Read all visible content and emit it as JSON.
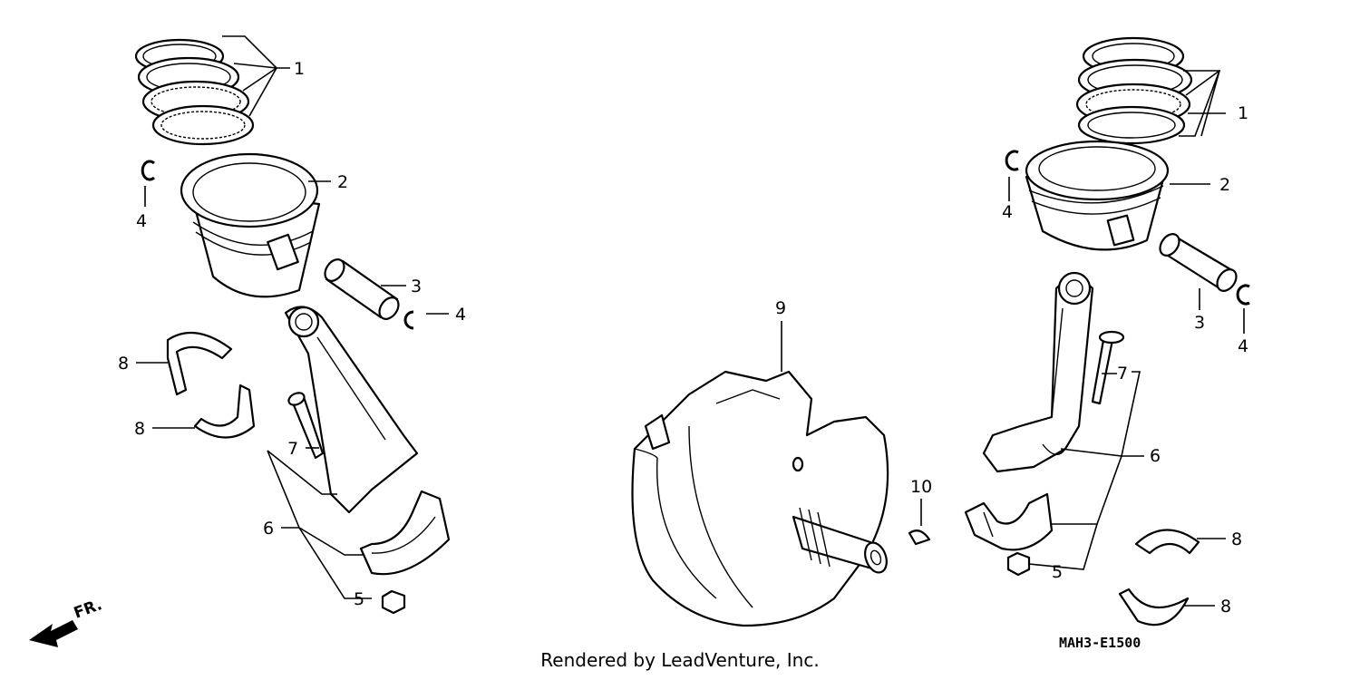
{
  "callouts": {
    "l1": "1",
    "l2": "2",
    "l3": "3",
    "l4a": "4",
    "l4b": "4",
    "l5": "5",
    "l6": "6",
    "l7": "7",
    "l8a": "8",
    "l8b": "8",
    "r1": "1",
    "r2": "2",
    "r3": "3",
    "r4a": "4",
    "r4b": "4",
    "r5": "5",
    "r6": "6",
    "r7": "7",
    "r8a": "8",
    "r8b": "8",
    "c9": "9",
    "c10": "10"
  },
  "front_marker": "FR.",
  "diagram_code": "MAH3-E1500",
  "credit": "Rendered by LeadVenture, Inc."
}
